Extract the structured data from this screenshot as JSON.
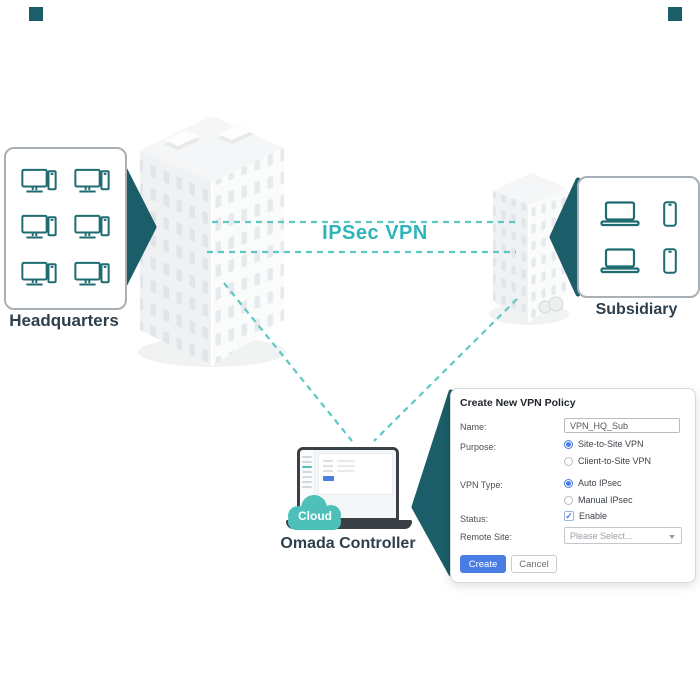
{
  "diagram": {
    "vpn_link_label": "IPSec VPN",
    "headquarters_label": "Headquarters",
    "subsidiary_label": "Subsidiary",
    "controller_label": "Omada Controller",
    "cloud_label": "Cloud"
  },
  "form": {
    "title": "Create New VPN Policy",
    "name": {
      "label": "Name:",
      "value": "VPN_HQ_Sub"
    },
    "purpose": {
      "label": "Purpose:",
      "option1": "Site-to-Site VPN",
      "option2": "Client-to-Site VPN",
      "selected": "Site-to-Site VPN"
    },
    "vpn_type": {
      "label": "VPN Type:",
      "option1": "Auto IPsec",
      "option2": "Manual IPsec",
      "selected": "Auto IPsec"
    },
    "status": {
      "label": "Status:",
      "option": "Enable",
      "checked": true
    },
    "remote_site": {
      "label": "Remote Site:",
      "value": "Please Select..."
    },
    "create_label": "Create",
    "cancel_label": "Cancel"
  },
  "colors": {
    "teal_dark": "#1b5d68",
    "icon_teal": "#1f6b72",
    "dash_teal": "#5bc8c2",
    "vpn_text_teal": "#2fb4ba",
    "cloud_teal": "#4cc0b9",
    "label_dark": "#2e3f4c",
    "button_blue": "#4a7de4"
  }
}
